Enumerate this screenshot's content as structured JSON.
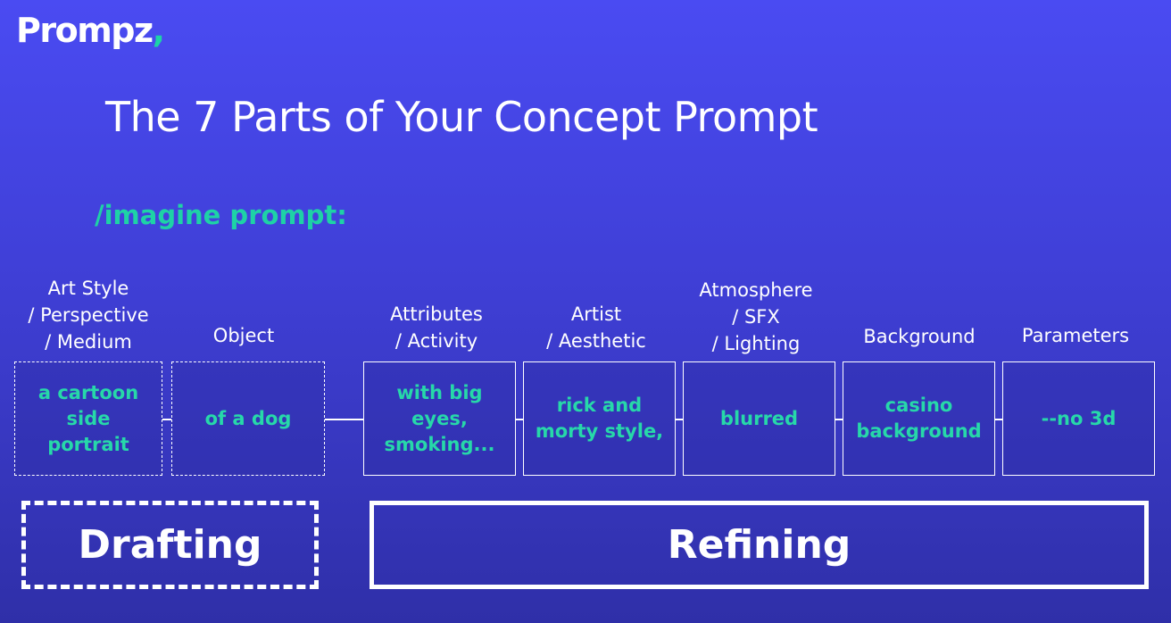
{
  "brand": {
    "logo_text": "Prompz",
    "logo_comma": ","
  },
  "slide": {
    "title": "The 7 Parts of Your Concept Prompt",
    "prompt_label": "/imagine prompt:"
  },
  "parts": [
    {
      "label": "Art Style\n/ Perspective\n/ Medium",
      "value": "a cartoon\nside\nportrait",
      "border": "dashed"
    },
    {
      "label": "Object",
      "value": "of a dog",
      "border": "dashed"
    },
    {
      "label": "Attributes\n/ Activity",
      "value": "with big\neyes,\nsmoking...",
      "border": "solid"
    },
    {
      "label": "Artist\n/ Aesthetic",
      "value": "rick and\nmorty style,",
      "border": "solid"
    },
    {
      "label": "Atmosphere\n/ SFX\n/ Lighting",
      "value": "blurred",
      "border": "solid"
    },
    {
      "label": "Background",
      "value": "casino\nbackground",
      "border": "solid"
    },
    {
      "label": "Parameters",
      "value": "--no 3d",
      "border": "solid"
    }
  ],
  "phases": {
    "drafting": "Drafting",
    "refining": "Refining"
  },
  "colors": {
    "accent": "#1ed2a6",
    "background": "#4347e6",
    "text": "#ffffff"
  }
}
